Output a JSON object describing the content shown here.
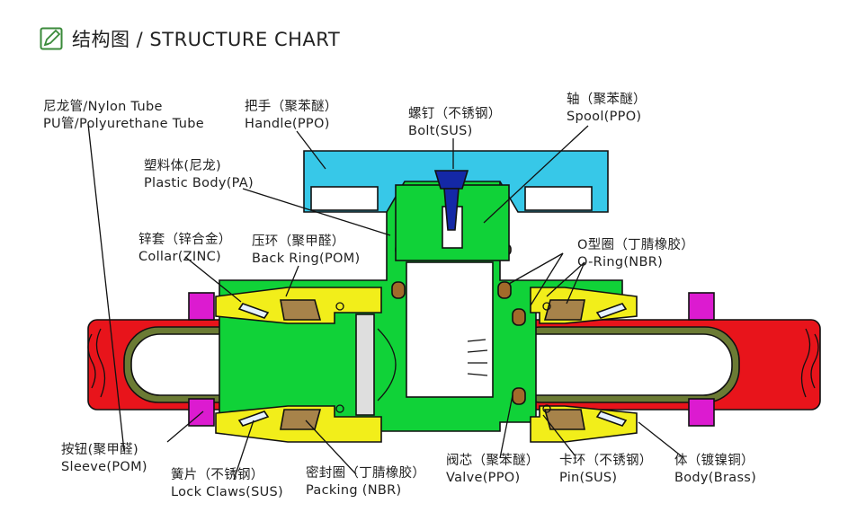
{
  "title": "结构图 / STRUCTURE CHART",
  "colors": {
    "tube": "#e8141b",
    "tube_inner": "#6b7b34",
    "handle": "#37c8e8",
    "spool": "#10d238",
    "collar": "#f2ee1a",
    "packing": "#a7834a",
    "sleeve": "#dc1bd0",
    "oring": "#a26a2a",
    "bolt": "#1428a6"
  },
  "labels": {
    "nylon_tube": {
      "cn": "尼龙管/Nylon Tube",
      "en": "PU管/Polyurethane Tube"
    },
    "handle": {
      "cn": "把手（聚苯醚）",
      "en": "Handle(PPO)"
    },
    "bolt": {
      "cn": "螺钉（不锈钢）",
      "en": "Bolt(SUS)"
    },
    "spool": {
      "cn": "轴（聚苯醚）",
      "en": "Spool(PPO)"
    },
    "plastic_body": {
      "cn": "塑料体(尼龙)",
      "en": "Plastic Body(PA)"
    },
    "collar": {
      "cn": "锌套（锌合金）",
      "en": "Collar(ZINC)"
    },
    "back_ring": {
      "cn": "压环（聚甲醛）",
      "en": "Back Ring(POM)"
    },
    "o_ring": {
      "cn": "O型圈（丁腈橡胶）",
      "en": "O-Ring(NBR)"
    },
    "sleeve": {
      "cn": "按钮(聚甲醛)",
      "en": "Sleeve(POM)"
    },
    "lock_claws": {
      "cn": "簧片（不锈钢）",
      "en": "Lock Claws(SUS)"
    },
    "packing": {
      "cn": "密封圈（丁腈橡胶）",
      "en": "Packing (NBR)"
    },
    "valve": {
      "cn": "阀芯（聚苯醚）",
      "en": "Valve(PPO)"
    },
    "pin": {
      "cn": "卡环（不锈钢）",
      "en": "Pin(SUS)"
    },
    "body": {
      "cn": "体（镀镍铜）",
      "en": "Body(Brass)"
    }
  }
}
